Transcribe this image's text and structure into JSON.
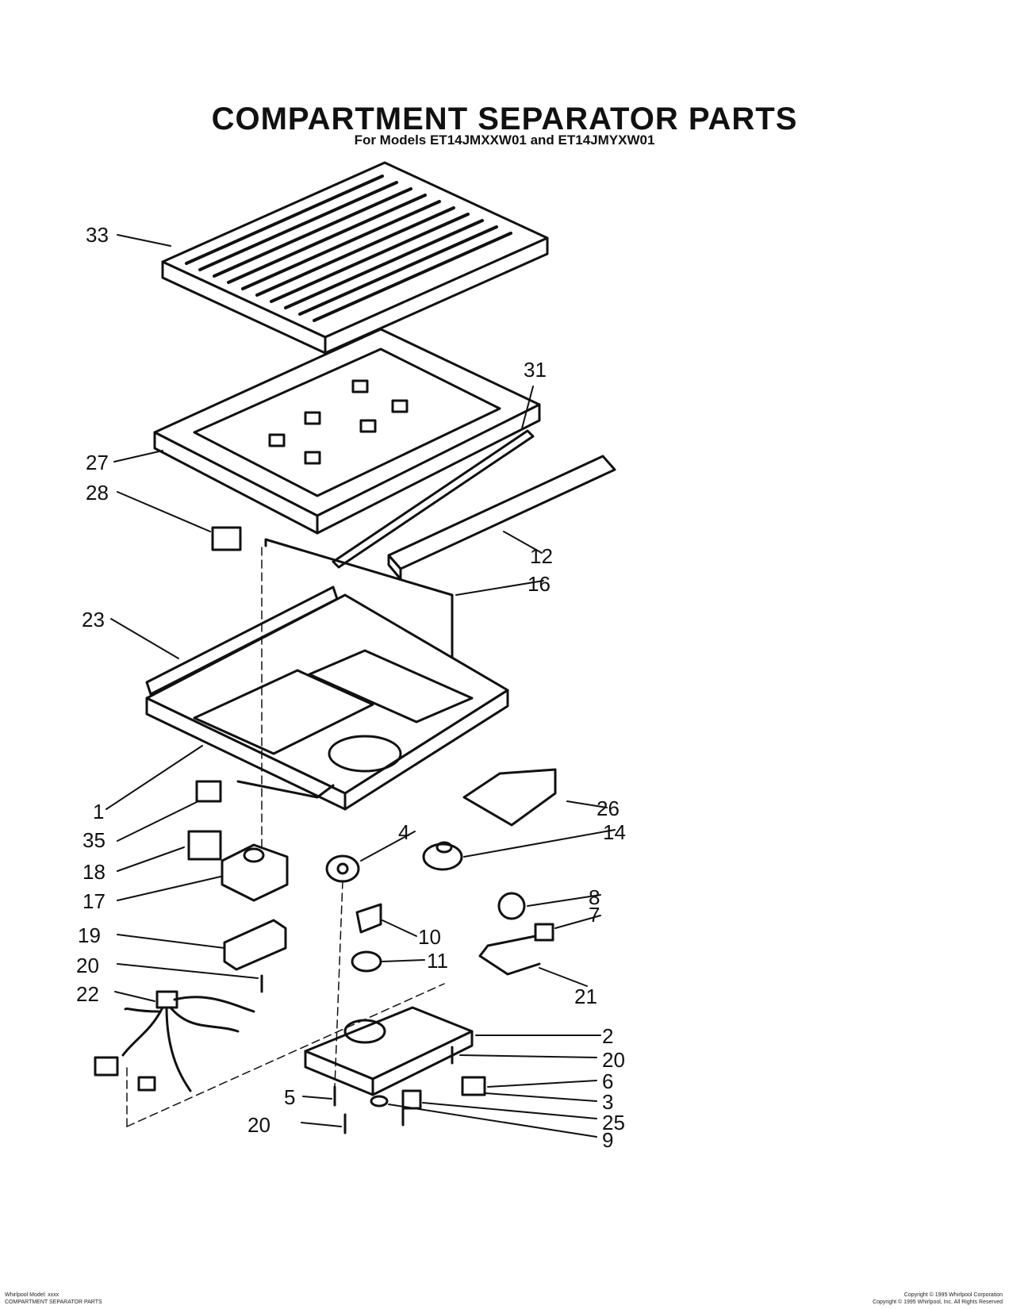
{
  "header": {
    "title": "COMPARTMENT SEPARATOR PARTS",
    "subtitle": "For Models ET14JMXXW01 and ET14JMYXW01"
  },
  "footer": {
    "left_line1": "Whirlpool Model: xxxx",
    "left_line2": "COMPARTMENT SEPARATOR PARTS",
    "right_line1": "Copyright © 1995 Whirlpool Corporation",
    "right_line2": "Copyright © 1995 Whirlpool, Inc. All Rights Reserved"
  },
  "callouts": [
    "33",
    "31",
    "27",
    "28",
    "12",
    "16",
    "23",
    "1",
    "35",
    "26",
    "4",
    "14",
    "18",
    "17",
    "8",
    "7",
    "19",
    "10",
    "11",
    "20",
    "21",
    "22",
    "2",
    "20",
    "6",
    "5",
    "3",
    "25",
    "20",
    "9"
  ]
}
